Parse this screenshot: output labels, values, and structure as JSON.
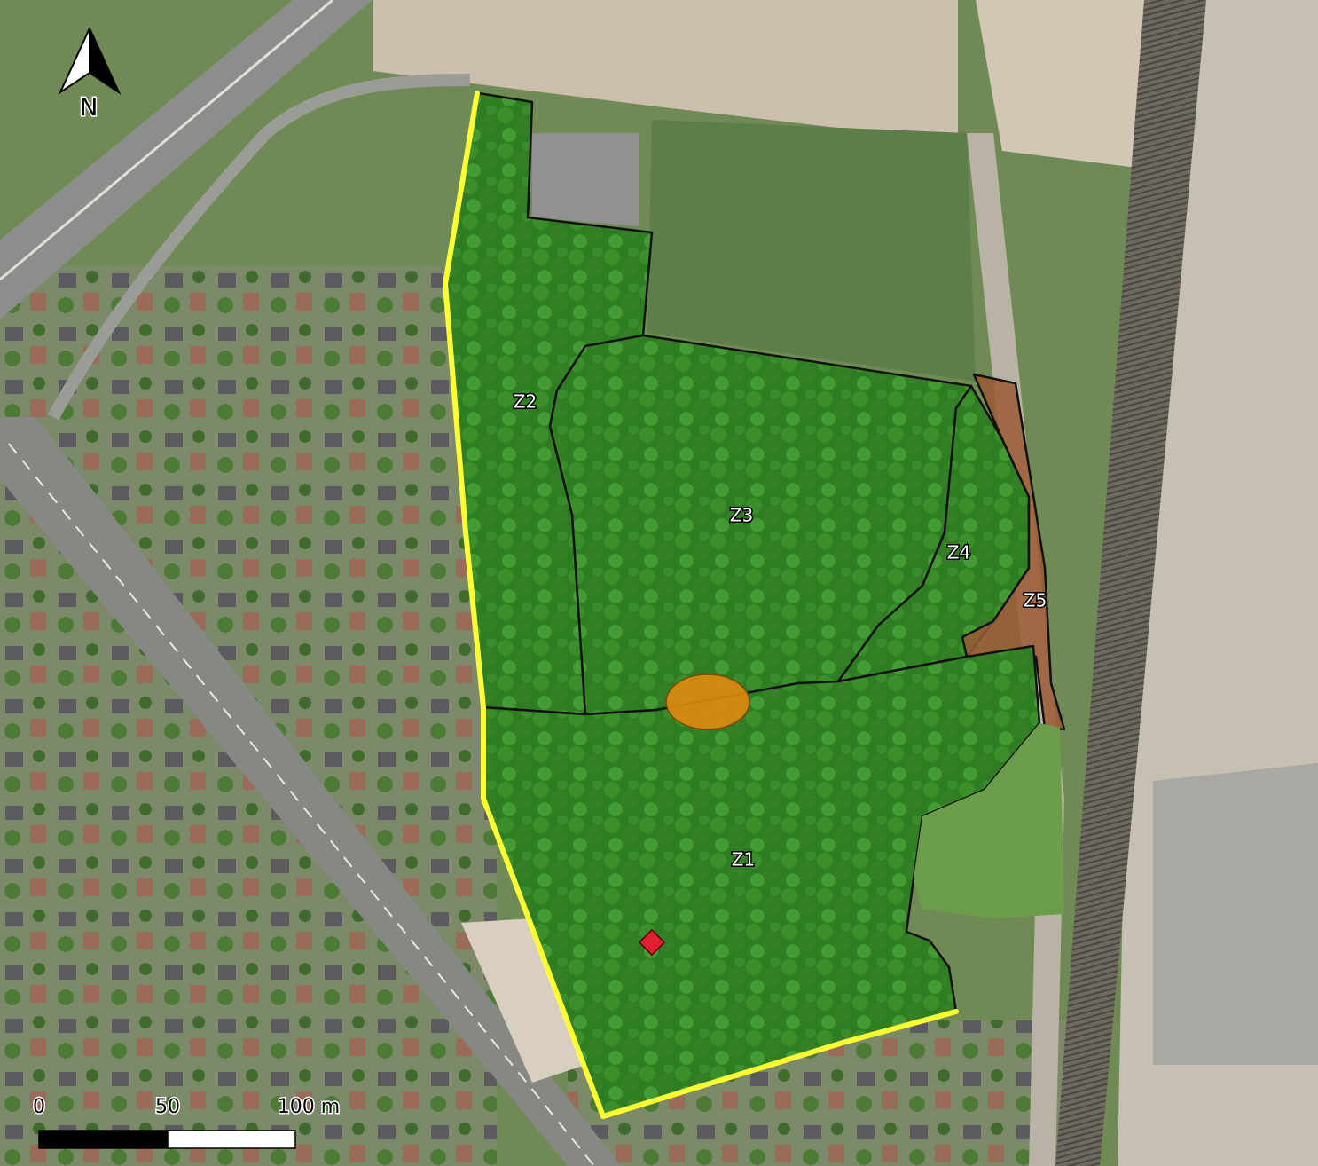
{
  "north_arrow": {
    "label": "N"
  },
  "zones": [
    {
      "id": "Z1",
      "label": "Z1",
      "fill": "#3fae2a"
    },
    {
      "id": "Z2",
      "label": "Z2",
      "fill": "#3fae2a"
    },
    {
      "id": "Z3",
      "label": "Z3",
      "fill": "#3fae2a"
    },
    {
      "id": "Z4",
      "label": "Z4",
      "fill": "#3fae2a"
    },
    {
      "id": "Z5",
      "label": "Z5",
      "fill": "#9b5a35"
    }
  ],
  "markers": [
    {
      "name": "orange-ellipse-area",
      "color": "#e08a10"
    },
    {
      "name": "red-diamond-point",
      "color": "#e02030"
    }
  ],
  "site_boundary": {
    "color": "#ffff33"
  },
  "scale_bar": {
    "labels": [
      "0",
      "50",
      "100 m"
    ]
  },
  "colors": {
    "zone_outline": "#111111",
    "vegetation": "#3fae2a",
    "soil": "#9b5a35",
    "highway": "#8b8e8a",
    "fields": "#c9b9a5"
  }
}
